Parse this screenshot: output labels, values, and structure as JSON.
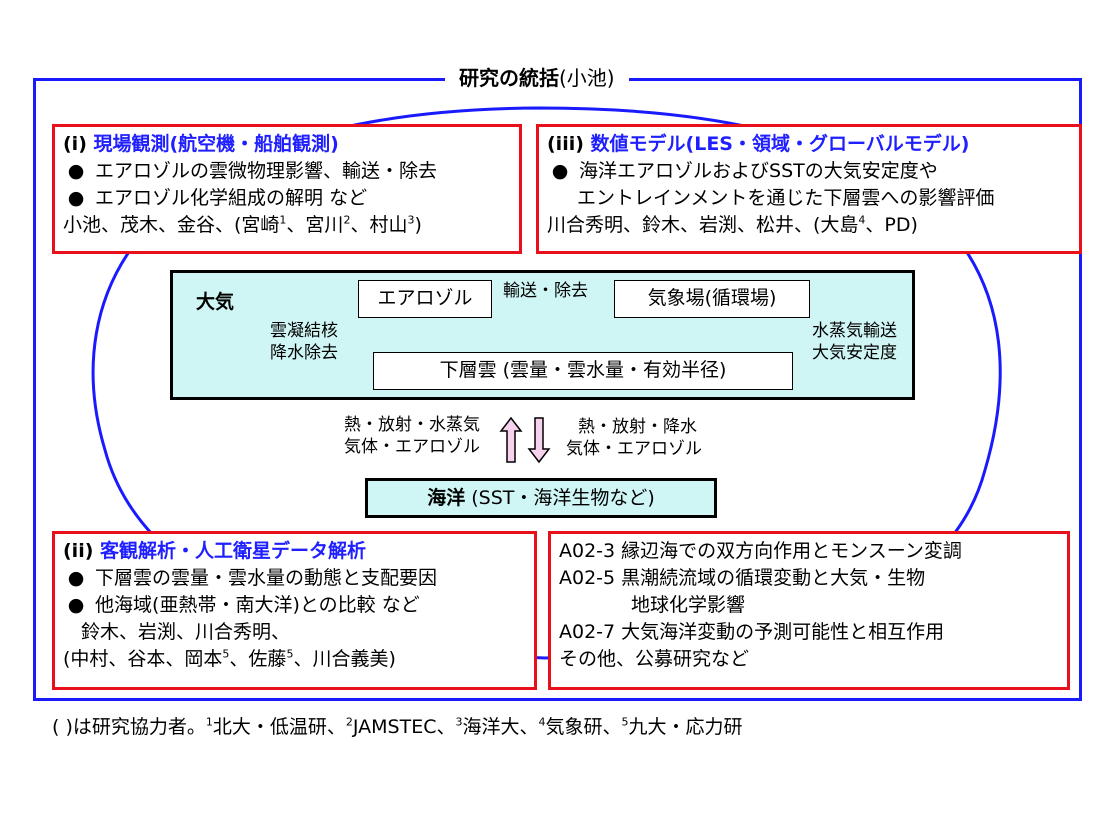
{
  "title": {
    "bold": "研究の統括",
    "normal": "(小池)"
  },
  "box_i": {
    "heading_prefix": "(i) ",
    "heading_blue": "現場観測(航空機・船舶観測)",
    "bullet": "●",
    "items": [
      "エアロゾルの雲微物理影響、輸送・除去",
      "エアロゾル化学組成の解明 など"
    ],
    "members": {
      "a": "小池、茂木、金谷、(宮崎",
      "s1": "1",
      "b": "、宮川",
      "s2": "2",
      "c": "、村山",
      "s3": "3",
      "d": ")"
    }
  },
  "box_iii": {
    "heading_prefix": "(iii) ",
    "heading_blue": "数値モデル(LES・領域・グローバルモデル)",
    "bullet": "●",
    "item_line1": "海洋エアロゾルおよびSSTの大気安定度や",
    "item_line2": "エントレインメントを通じた下層雲への影響評価",
    "members": {
      "a": "川合秀明、鈴木、岩渕、松井、(大島",
      "s4": "4",
      "b": "、PD)"
    }
  },
  "atmosphere": {
    "label": "大気",
    "aerosol": "エアロゾル",
    "weather": "気象場(循環場)",
    "transport": "輸送・除去",
    "cond_line1": "雲凝結核",
    "cond_line2": "降水除去",
    "vapor_line1": "水蒸気輸送",
    "vapor_line2": "大気安定度",
    "low_cloud": "下層雲 (雲量・雲水量・有効半径)"
  },
  "exchange": {
    "up_line1": "熱・放射・水蒸気",
    "up_line2": "気体・エアロゾル",
    "down_line1": "熱・放射・降水",
    "down_line2": "気体・エアロゾル"
  },
  "ocean": {
    "bold": "海洋",
    "normal": " (SST・海洋生物など)"
  },
  "box_ii": {
    "heading_prefix": "(ii) ",
    "heading_blue": "客観解析・人工衛星データ解析",
    "bullet": "●",
    "items": [
      "下層雲の雲量・雲水量の動態と支配要因",
      "他海域(亜熱帯・南大洋)との比較 など"
    ],
    "members_line1": "鈴木、岩渕、川合秀明、",
    "members_line2": {
      "a": "(中村、谷本、岡本",
      "s5a": "5",
      "b": "、佐藤",
      "s5b": "5",
      "c": "、川合義美)"
    }
  },
  "box_a02": {
    "lines": [
      "A02-3 縁辺海での双方向作用とモンスーン変調",
      "A02-5 黒潮続流域の循環変動と大気・生物",
      "地球化学影響",
      "A02-7 大気海洋変動の予測可能性と相互作用",
      "その他、公募研究など"
    ]
  },
  "footnote": {
    "a": "( )は研究協力者。",
    "s1": "1",
    "b": "北大・低温研、",
    "s2": "2",
    "c": "JAMSTEC、",
    "s3": "3",
    "d": "海洋大、",
    "s4": "4",
    "e": "気象研、",
    "s5": "5",
    "f": "九大・応力研"
  },
  "colors": {
    "frame_blue": "#1a1aff",
    "box_red": "#e8101a",
    "heading_blue": "#1f1fff",
    "cyan_fill": "#cff5f5",
    "arrow_pink": "#f6d2ee"
  }
}
